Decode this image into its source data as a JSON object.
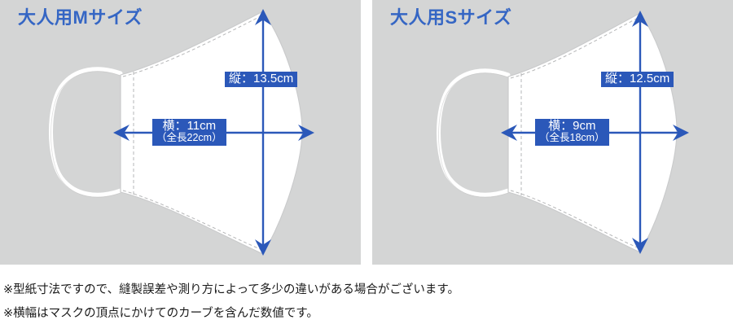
{
  "page": {
    "background_color": "#ffffff",
    "panel_background_color": "#d4d5d5",
    "accent_color": "#2b58b9",
    "title_color": "#3566c4",
    "mask_fill_color": "#ffffff"
  },
  "panels": [
    {
      "id": "adult-m",
      "title": "大人用Mサイズ",
      "height_label": {
        "text": "縦：13.5cm",
        "value": 13.5,
        "unit": "cm"
      },
      "width_label": {
        "main": "横：11cm",
        "sub": "（全長22cm）",
        "value": 11,
        "total": 22,
        "unit": "cm"
      }
    },
    {
      "id": "adult-s",
      "title": "大人用Sサイズ",
      "height_label": {
        "text": "縦：12.5cm",
        "value": 12.5,
        "unit": "cm"
      },
      "width_label": {
        "main": "横：9cm",
        "sub": "（全長18cm）",
        "value": 9,
        "total": 18,
        "unit": "cm"
      }
    }
  ],
  "notes": [
    "※型紙寸法ですので、縫製誤差や測り方によって多少の違いがある場合がございます。",
    "※横幅はマスクの頂点にかけてのカーブを含んだ数値です。"
  ]
}
